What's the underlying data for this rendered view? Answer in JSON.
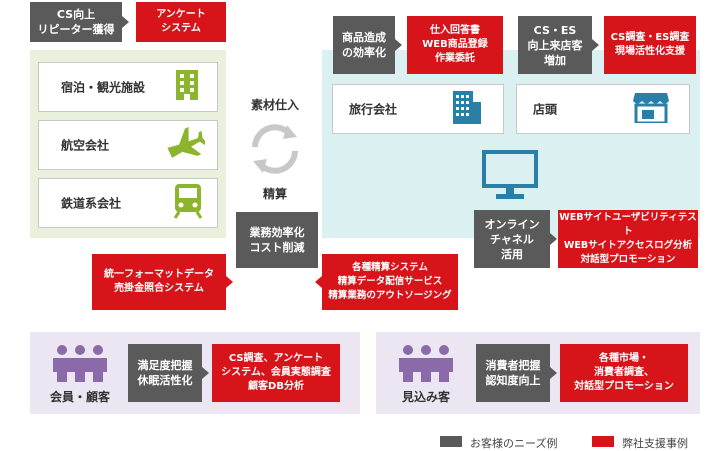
{
  "top_left": {
    "need": "CS向上\nリピーター獲得",
    "support": "アンケート\nシステム"
  },
  "left_panel": {
    "items": [
      {
        "label": "宿泊・観光施設",
        "icon": "building-icon"
      },
      {
        "label": "航空会社",
        "icon": "airplane-icon"
      },
      {
        "label": "鉄道系会社",
        "icon": "train-icon"
      }
    ]
  },
  "center": {
    "top_label": "素材仕入",
    "bottom_label": "精算",
    "need": "業務効率化\nコスト削減",
    "support_left": "統一フォーマットデータ\n売掛金照合システム",
    "support_right": "各種精算システム\n精算データ配信サービス\n精算業務のアウトソージング"
  },
  "right_panel": {
    "need1": "商品造成\nの効率化",
    "support1": "仕入回答書\nWEB商品登録\n作業委託",
    "need2": "CS・ES\n向上来店客\n増加",
    "support2": "CS調査・ES調査\n現場活性化支援",
    "card_travel": "旅行会社",
    "card_store": "店頭",
    "online_need": "オンライン\nチャネル\n活用",
    "online_support": "WEBサイトユーザビリティテスト\nWEBサイトアクセスログ分析\n対話型プロモーション"
  },
  "bottom_left": {
    "segment": "会員・顧客",
    "need": "満足度把握\n休眠活性化",
    "support": "CS調査、アンケート\nシステム、会員実態調査\n顧客DB分析"
  },
  "bottom_right": {
    "segment": "見込み客",
    "need": "消費者把握\n認知度向上",
    "support": "各種市場・\n消費者調査、\n対話型プロモーション"
  },
  "legend": {
    "needs": "お客様のニーズ例",
    "support": "弊社支援事例"
  },
  "colors": {
    "need_gray": "#5a5a5a",
    "support_red": "#d6141a",
    "green_panel": "#e9f0dc",
    "blue_panel": "#daf0f1",
    "purple_panel": "#ece6f2",
    "icon_green": "#8cb42d",
    "icon_blue": "#2a7fa8",
    "icon_purple": "#8a6aa8"
  }
}
